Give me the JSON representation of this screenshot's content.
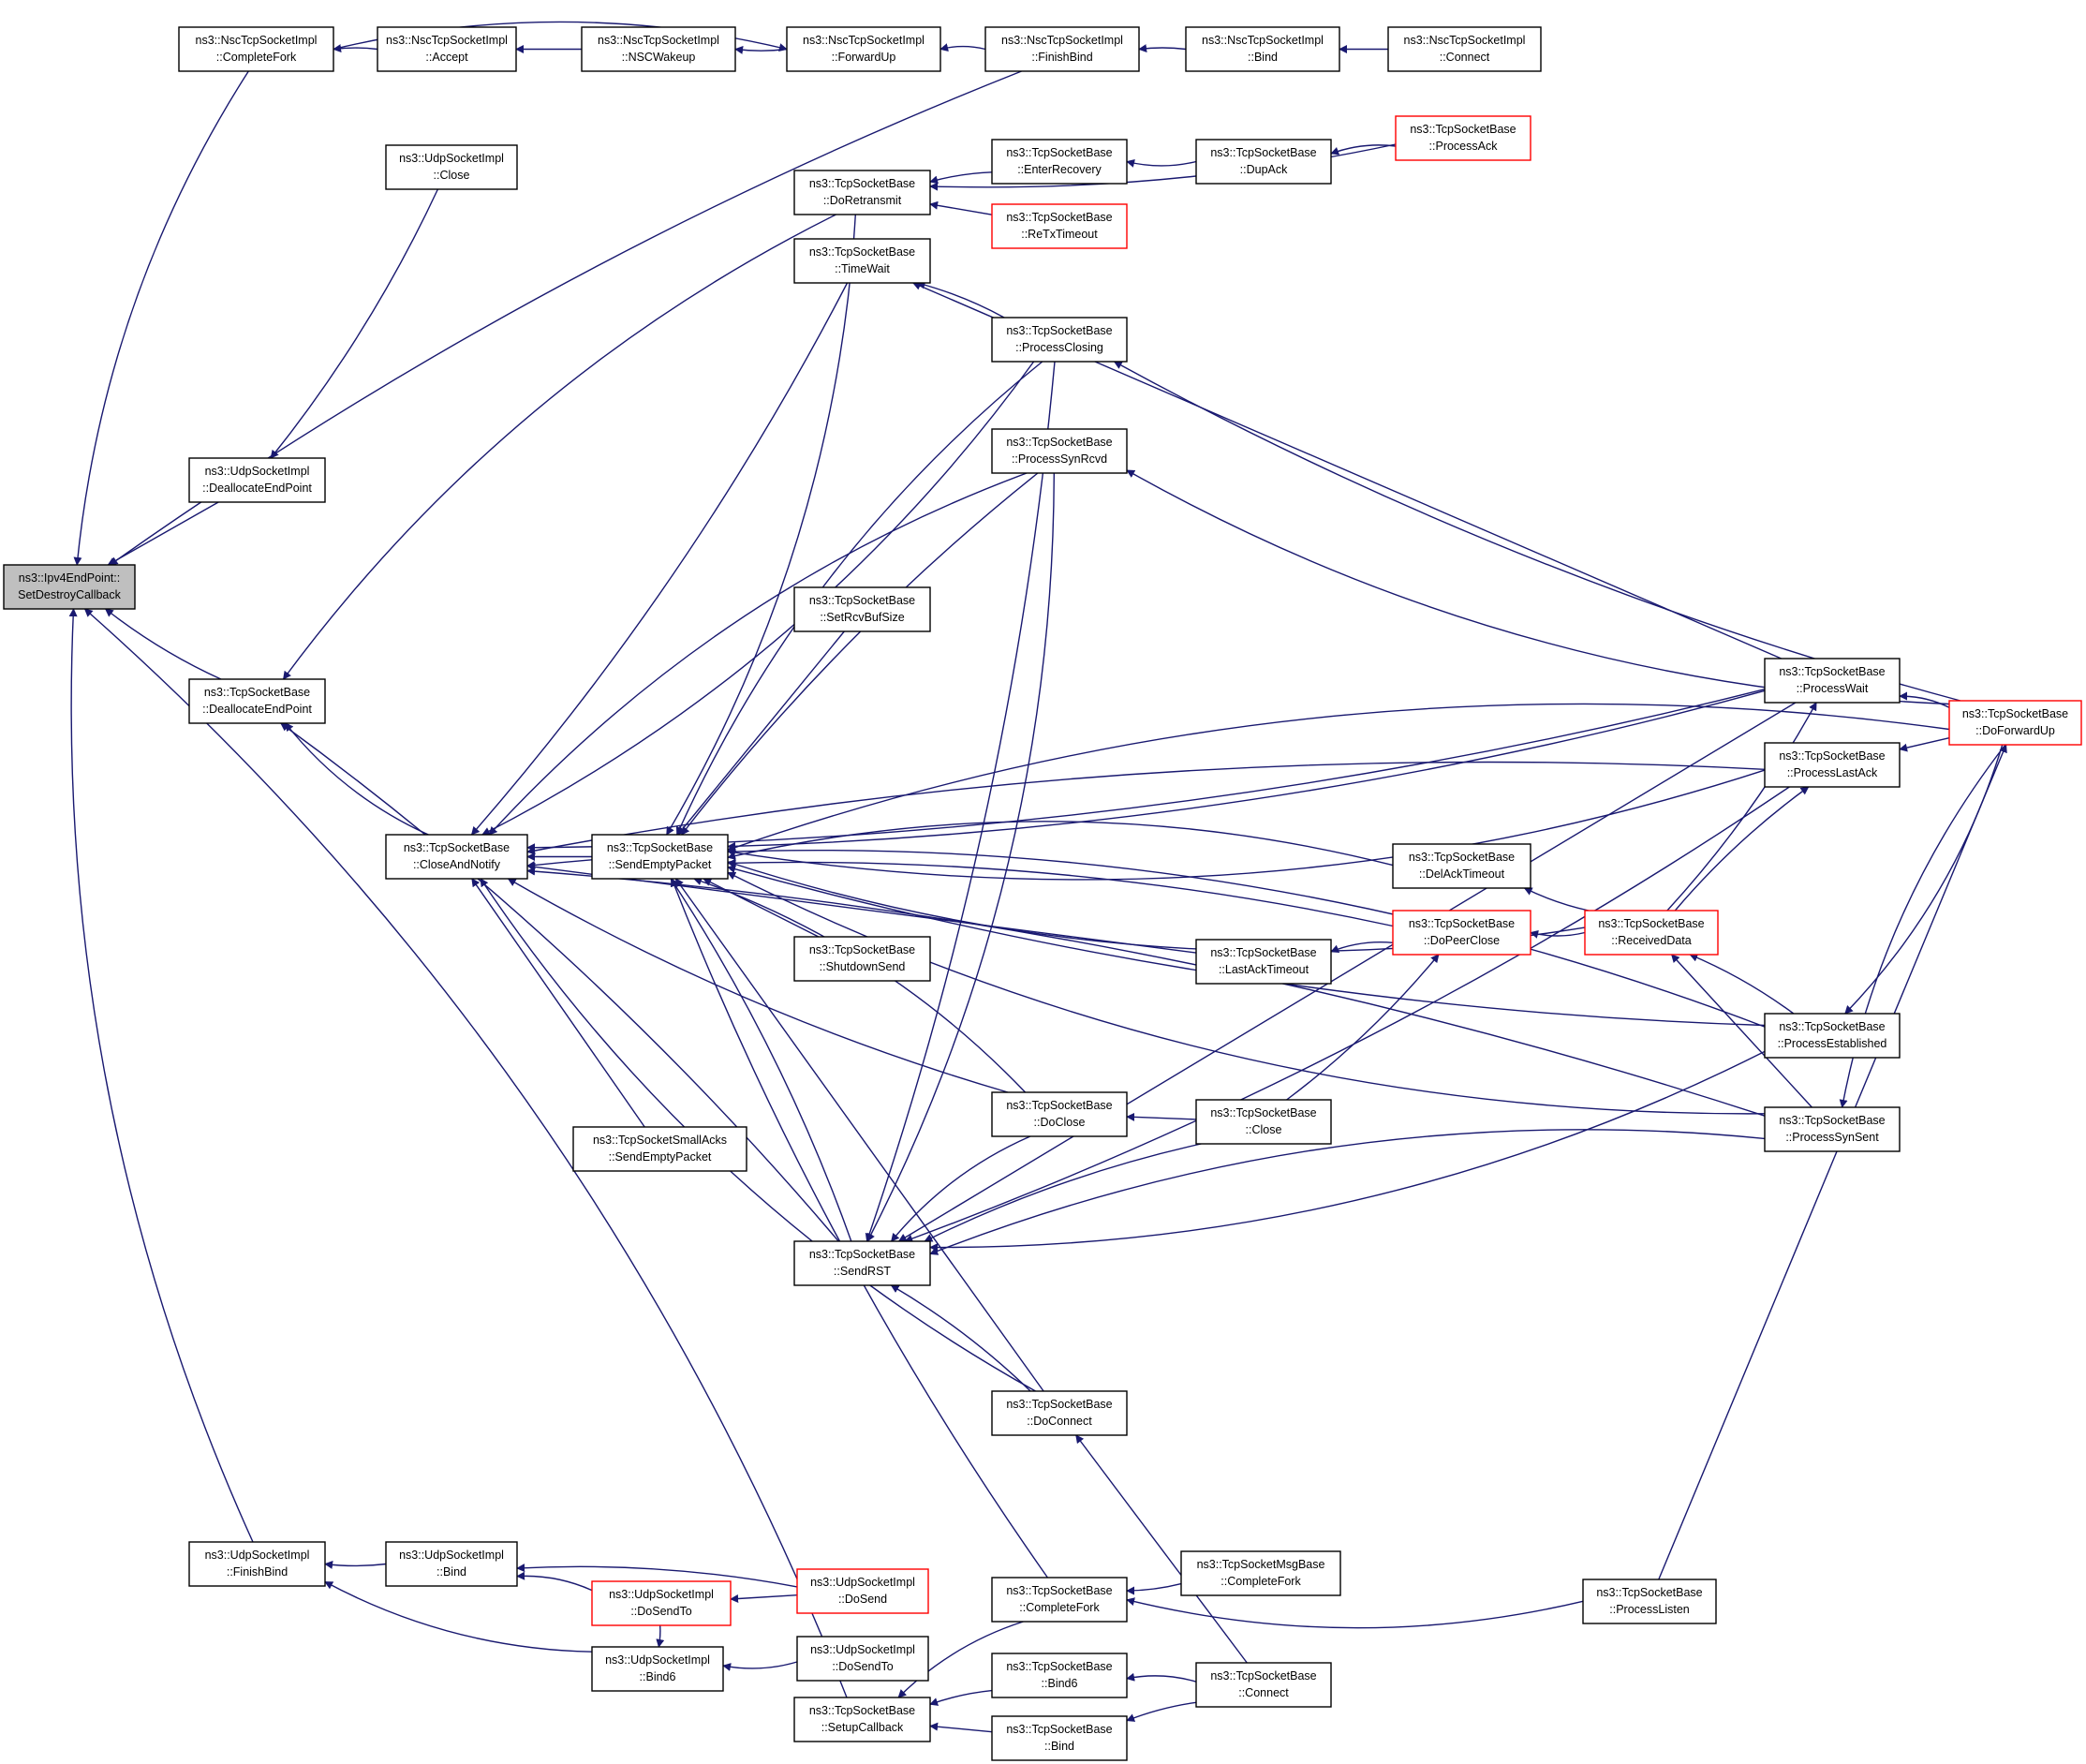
{
  "diagram": {
    "edge_color": "#191970",
    "node_border_color": "#000000",
    "highlight_border_color": "#ff0000",
    "root_fill_color": "#bfbfbf",
    "nodes": [
      {
        "id": "root",
        "l1": "ns3::Ipv4EndPoint::",
        "l2": "SetDestroyCallback",
        "style": "root"
      },
      {
        "id": "nsc_cf",
        "l1": "ns3::NscTcpSocketImpl",
        "l2": "::CompleteFork",
        "style": "normal"
      },
      {
        "id": "nsc_acc",
        "l1": "ns3::NscTcpSocketImpl",
        "l2": "::Accept",
        "style": "normal"
      },
      {
        "id": "nsc_wake",
        "l1": "ns3::NscTcpSocketImpl",
        "l2": "::NSCWakeup",
        "style": "normal"
      },
      {
        "id": "nsc_fup",
        "l1": "ns3::NscTcpSocketImpl",
        "l2": "::ForwardUp",
        "style": "normal"
      },
      {
        "id": "nsc_fb",
        "l1": "ns3::NscTcpSocketImpl",
        "l2": "::FinishBind",
        "style": "normal"
      },
      {
        "id": "nsc_bind",
        "l1": "ns3::NscTcpSocketImpl",
        "l2": "::Bind",
        "style": "normal"
      },
      {
        "id": "nsc_conn",
        "l1": "ns3::NscTcpSocketImpl",
        "l2": "::Connect",
        "style": "normal"
      },
      {
        "id": "udp_close",
        "l1": "ns3::UdpSocketImpl",
        "l2": "::Close",
        "style": "normal"
      },
      {
        "id": "udp_dealloc",
        "l1": "ns3::UdpSocketImpl",
        "l2": "::DeallocateEndPoint",
        "style": "normal"
      },
      {
        "id": "tcp_dealloc",
        "l1": "ns3::TcpSocketBase",
        "l2": "::DeallocateEndPoint",
        "style": "normal"
      },
      {
        "id": "tcp_can",
        "l1": "ns3::TcpSocketBase",
        "l2": "::CloseAndNotify",
        "style": "normal"
      },
      {
        "id": "tcp_sep",
        "l1": "ns3::TcpSocketBase",
        "l2": "::SendEmptyPacket",
        "style": "normal"
      },
      {
        "id": "tcp_retx",
        "l1": "ns3::TcpSocketBase",
        "l2": "::DoRetransmit",
        "style": "normal"
      },
      {
        "id": "tcp_timewait",
        "l1": "ns3::TcpSocketBase",
        "l2": "::TimeWait",
        "style": "normal"
      },
      {
        "id": "tcp_rcvbuf",
        "l1": "ns3::TcpSocketBase",
        "l2": "::SetRcvBufSize",
        "style": "normal"
      },
      {
        "id": "tcp_shutdown",
        "l1": "ns3::TcpSocketBase",
        "l2": "::ShutdownSend",
        "style": "normal"
      },
      {
        "id": "tcpsa_sep",
        "l1": "ns3::TcpSocketSmallAcks",
        "l2": "::SendEmptyPacket",
        "style": "normal"
      },
      {
        "id": "tcp_rst",
        "l1": "ns3::TcpSocketBase",
        "l2": "::SendRST",
        "style": "normal"
      },
      {
        "id": "tcp_enterrec",
        "l1": "ns3::TcpSocketBase",
        "l2": "::EnterRecovery",
        "style": "normal"
      },
      {
        "id": "tcp_retxto",
        "l1": "ns3::TcpSocketBase",
        "l2": "::ReTxTimeout",
        "style": "red"
      },
      {
        "id": "tcp_closing",
        "l1": "ns3::TcpSocketBase",
        "l2": "::ProcessClosing",
        "style": "normal"
      },
      {
        "id": "tcp_synrcvd",
        "l1": "ns3::TcpSocketBase",
        "l2": "::ProcessSynRcvd",
        "style": "normal"
      },
      {
        "id": "tcp_doclose",
        "l1": "ns3::TcpSocketBase",
        "l2": "::DoClose",
        "style": "normal"
      },
      {
        "id": "tcp_doconnect",
        "l1": "ns3::TcpSocketBase",
        "l2": "::DoConnect",
        "style": "normal"
      },
      {
        "id": "tcp_dupack",
        "l1": "ns3::TcpSocketBase",
        "l2": "::DupAck",
        "style": "normal"
      },
      {
        "id": "tcp_procack",
        "l1": "ns3::TcpSocketBase",
        "l2": "::ProcessAck",
        "style": "red"
      },
      {
        "id": "tcp_delack",
        "l1": "ns3::TcpSocketBase",
        "l2": "::DelAckTimeout",
        "style": "normal"
      },
      {
        "id": "tcp_peerclose",
        "l1": "ns3::TcpSocketBase",
        "l2": "::DoPeerClose",
        "style": "red"
      },
      {
        "id": "tcp_lastackto",
        "l1": "ns3::TcpSocketBase",
        "l2": "::LastAckTimeout",
        "style": "normal"
      },
      {
        "id": "tcp_close",
        "l1": "ns3::TcpSocketBase",
        "l2": "::Close",
        "style": "normal"
      },
      {
        "id": "tcp_recvdata",
        "l1": "ns3::TcpSocketBase",
        "l2": "::ReceivedData",
        "style": "red"
      },
      {
        "id": "tcp_procwait",
        "l1": "ns3::TcpSocketBase",
        "l2": "::ProcessWait",
        "style": "normal"
      },
      {
        "id": "tcp_lastack",
        "l1": "ns3::TcpSocketBase",
        "l2": "::ProcessLastAck",
        "style": "normal"
      },
      {
        "id": "tcp_established",
        "l1": "ns3::TcpSocketBase",
        "l2": "::ProcessEstablished",
        "style": "normal"
      },
      {
        "id": "tcp_synsent",
        "l1": "ns3::TcpSocketBase",
        "l2": "::ProcessSynSent",
        "style": "normal"
      },
      {
        "id": "tcp_dofwd",
        "l1": "ns3::TcpSocketBase",
        "l2": "::DoForwardUp",
        "style": "red"
      },
      {
        "id": "udp_fb",
        "l1": "ns3::UdpSocketImpl",
        "l2": "::FinishBind",
        "style": "normal"
      },
      {
        "id": "udp_bind",
        "l1": "ns3::UdpSocketImpl",
        "l2": "::Bind",
        "style": "normal"
      },
      {
        "id": "udp_dosendto",
        "l1": "ns3::UdpSocketImpl",
        "l2": "::DoSendTo",
        "style": "red"
      },
      {
        "id": "udp_bind6",
        "l1": "ns3::UdpSocketImpl",
        "l2": "::Bind6",
        "style": "normal"
      },
      {
        "id": "udp_dosend",
        "l1": "ns3::UdpSocketImpl",
        "l2": "::DoSend",
        "style": "red"
      },
      {
        "id": "udp_dosendto2",
        "l1": "ns3::UdpSocketImpl",
        "l2": "::DoSendTo",
        "style": "normal"
      },
      {
        "id": "tcp_setupcb",
        "l1": "ns3::TcpSocketBase",
        "l2": "::SetupCallback",
        "style": "normal"
      },
      {
        "id": "tcp_cf",
        "l1": "ns3::TcpSocketBase",
        "l2": "::CompleteFork",
        "style": "normal"
      },
      {
        "id": "tcp_bind6",
        "l1": "ns3::TcpSocketBase",
        "l2": "::Bind6",
        "style": "normal"
      },
      {
        "id": "tcp_bind",
        "l1": "ns3::TcpSocketBase",
        "l2": "::Bind",
        "style": "normal"
      },
      {
        "id": "tcpmsg_cf",
        "l1": "ns3::TcpSocketMsgBase",
        "l2": "::CompleteFork",
        "style": "normal"
      },
      {
        "id": "tcp_listen",
        "l1": "ns3::TcpSocketBase",
        "l2": "::ProcessListen",
        "style": "normal"
      },
      {
        "id": "tcp_connect",
        "l1": "ns3::TcpSocketBase",
        "l2": "::Connect",
        "style": "normal"
      }
    ]
  }
}
